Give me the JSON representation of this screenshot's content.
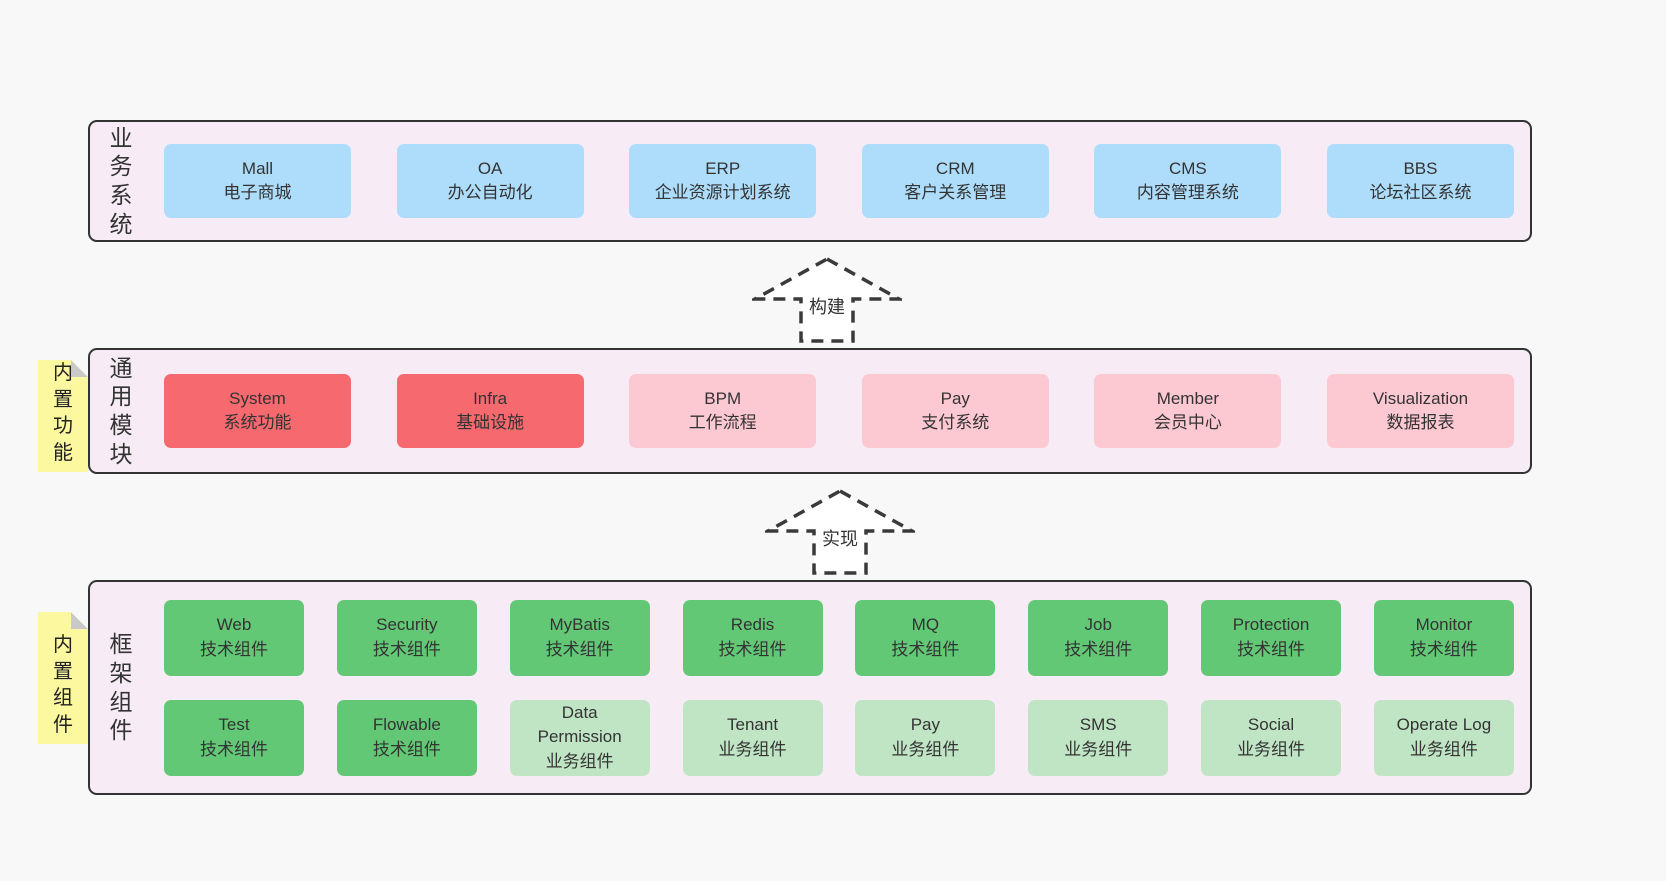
{
  "colors": {
    "bg": "#f8f8f8",
    "panel": "#f7ecf5",
    "border": "#333333",
    "blue": "#aeddfb",
    "red": "#f5696f",
    "pink": "#fcc9d3",
    "green": "#63c876",
    "lightgreen": "#c0e5c5",
    "sticky": "#fbf8a0",
    "stickyfold": "#c9c9c9",
    "text": "#333333"
  },
  "layer1": {
    "label": "业务系统",
    "boxes": [
      {
        "name": "Mall",
        "desc": "电子商城"
      },
      {
        "name": "OA",
        "desc": "办公自动化"
      },
      {
        "name": "ERP",
        "desc": "企业资源计划系统"
      },
      {
        "name": "CRM",
        "desc": "客户关系管理"
      },
      {
        "name": "CMS",
        "desc": "内容管理系统"
      },
      {
        "name": "BBS",
        "desc": "论坛社区系统"
      }
    ]
  },
  "arrow1": {
    "label": "构建"
  },
  "layer2": {
    "label": "通用模块",
    "sticky": "内置功能",
    "boxes": [
      {
        "name": "System",
        "desc": "系统功能"
      },
      {
        "name": "Infra",
        "desc": "基础设施"
      },
      {
        "name": "BPM",
        "desc": "工作流程"
      },
      {
        "name": "Pay",
        "desc": "支付系统"
      },
      {
        "name": "Member",
        "desc": "会员中心"
      },
      {
        "name": "Visualization",
        "desc": "数据报表"
      }
    ]
  },
  "arrow2": {
    "label": "实现"
  },
  "layer3": {
    "label": "框架组件",
    "sticky": "内置组件",
    "row1": [
      {
        "name": "Web",
        "desc": "技术组件"
      },
      {
        "name": "Security",
        "desc": "技术组件"
      },
      {
        "name": "MyBatis",
        "desc": "技术组件"
      },
      {
        "name": "Redis",
        "desc": "技术组件"
      },
      {
        "name": "MQ",
        "desc": "技术组件"
      },
      {
        "name": "Job",
        "desc": "技术组件"
      },
      {
        "name": "Protection",
        "desc": "技术组件"
      },
      {
        "name": "Monitor",
        "desc": "技术组件"
      }
    ],
    "row2": [
      {
        "name": "Test",
        "desc": "技术组件"
      },
      {
        "name": "Flowable",
        "desc": "技术组件"
      },
      {
        "name": "Data Permission",
        "desc": "业务组件"
      },
      {
        "name": "Tenant",
        "desc": "业务组件"
      },
      {
        "name": "Pay",
        "desc": "业务组件"
      },
      {
        "name": "SMS",
        "desc": "业务组件"
      },
      {
        "name": "Social",
        "desc": "业务组件"
      },
      {
        "name": "Operate Log",
        "desc": "业务组件"
      }
    ]
  }
}
